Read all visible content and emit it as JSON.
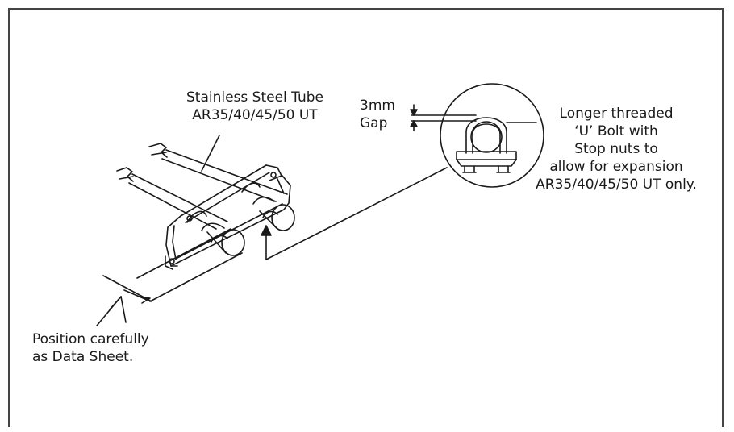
{
  "labels": {
    "tube_line1": "Stainless Steel Tube",
    "tube_line2": "AR35/40/45/50 UT",
    "gap_line1": "3mm",
    "gap_line2": "Gap",
    "bolt_line1": "Longer threaded",
    "bolt_line2": "‘U’ Bolt with",
    "bolt_line3": "Stop nuts to",
    "bolt_line4": "allow for expansion",
    "bolt_line5": "AR35/40/45/50 UT only.",
    "position_line1": "Position carefully",
    "position_line2": "as Data Sheet."
  },
  "colors": {
    "ink": "#1a1a1a",
    "frame": "#444444",
    "background": "#ffffff"
  }
}
